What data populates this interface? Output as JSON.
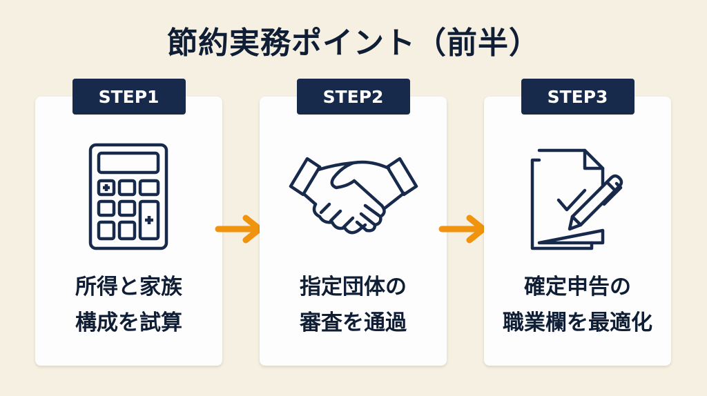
{
  "title": "節約実務ポイント（前半）",
  "colors": {
    "navy": "#172a4c",
    "accent": "#f0940f",
    "background": "#f5f0e1"
  },
  "steps": [
    {
      "badge": "STEP1",
      "icon": "calculator-icon",
      "lines": [
        "所得と家族",
        "構成を試算"
      ]
    },
    {
      "badge": "STEP2",
      "icon": "handshake-icon",
      "lines": [
        "指定団体の",
        "審査を通過"
      ]
    },
    {
      "badge": "STEP3",
      "icon": "document-pen-check-icon",
      "lines": [
        "確定申告の",
        "職業欄を最適化"
      ]
    }
  ]
}
